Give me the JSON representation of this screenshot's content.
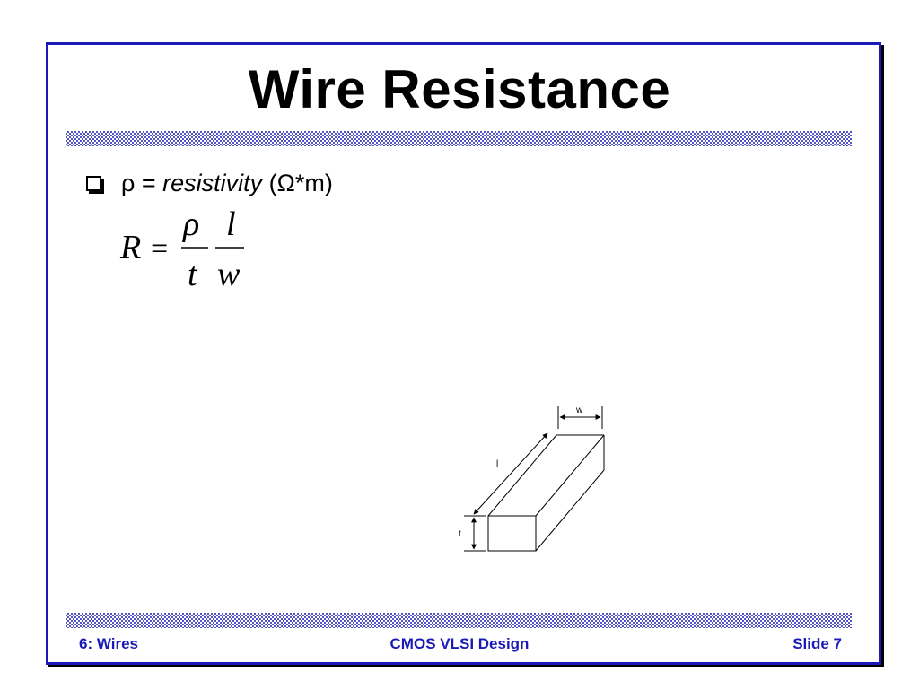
{
  "slide": {
    "title": "Wire Resistance",
    "bullet": {
      "symbol": "ρ",
      "equals": " = ",
      "term": "resistivity",
      "unit": " (Ω*m)"
    },
    "formula": {
      "lhs": "R",
      "eq": "=",
      "num1": "ρ",
      "den1": "t",
      "num2": "l",
      "den2": "w"
    },
    "diagram": {
      "label_w": "w",
      "label_l": "l",
      "label_t": "t"
    }
  },
  "footer": {
    "left": "6: Wires",
    "center": "CMOS VLSI Design",
    "right": "Slide 7"
  },
  "colors": {
    "frame": "#1a1ab8",
    "footer_text": "#1a1ab8",
    "title_text": "#000000"
  }
}
